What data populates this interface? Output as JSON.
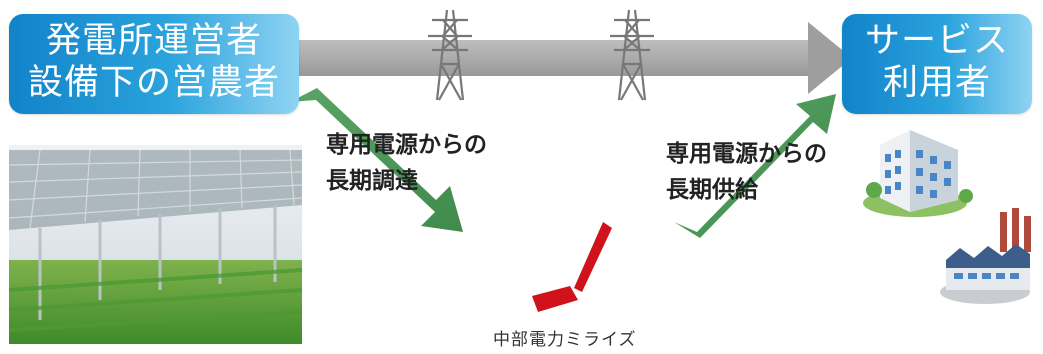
{
  "source_box": {
    "line1": "発電所運営者",
    "line2": "設備下の営農者"
  },
  "target_box": {
    "line1": "サービス",
    "line2": "利用者"
  },
  "procurement_label": {
    "line1": "専用電源からの",
    "line2": "長期調達"
  },
  "supply_label": {
    "line1": "専用電源からの",
    "line2": "長期供給"
  },
  "logo": {
    "name": "中部電力ミライズ"
  },
  "colors": {
    "box_blue": "#1a8fd3",
    "main_arrow": "#a6a6a6",
    "green_arrow": "#4f9a5a",
    "logo_red": "#d0121b"
  },
  "icons": [
    "transmission-tower-icon",
    "transmission-tower-icon",
    "office-building-icon",
    "factory-icon",
    "solar-farm-photo"
  ]
}
